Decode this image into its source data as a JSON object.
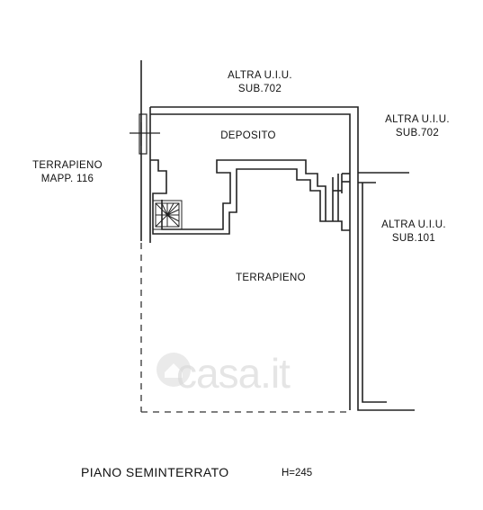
{
  "labels": {
    "altra_top": {
      "line1": "ALTRA U.I.U.",
      "line2": "SUB.702"
    },
    "altra_right_top": {
      "line1": "ALTRA U.I.U.",
      "line2": "SUB.702"
    },
    "altra_right_mid": {
      "line1": "ALTRA U.I.U.",
      "line2": "SUB.101"
    },
    "terrapieno_left": {
      "line1": "TERRAPIENO",
      "line2": "MAPP. 116"
    },
    "deposito": "DEPOSITO",
    "terrapieno_center": "TERRAPIENO"
  },
  "footer": {
    "title": "PIANO SEMINTERRATO",
    "height": "H=245"
  },
  "watermark": "casa.it"
}
